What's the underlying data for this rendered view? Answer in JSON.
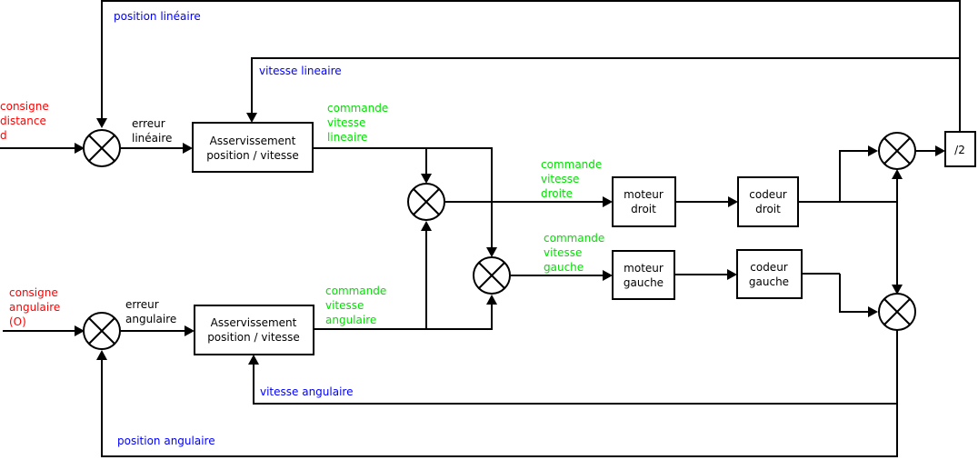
{
  "inputs": {
    "distance": [
      "consigne",
      "distance",
      "d"
    ],
    "angular": [
      "consigne",
      "angulaire",
      "(O)"
    ]
  },
  "feedback": {
    "position_lineaire": "position linéaire",
    "vitesse_lineaire": "vitesse lineaire",
    "vitesse_angulaire": "vitesse angulaire",
    "position_angulaire": "position angulaire"
  },
  "errors": {
    "lineaire": [
      "erreur",
      "linéaire"
    ],
    "angulaire": [
      "erreur",
      "angulaire"
    ]
  },
  "controllers": {
    "top": [
      "Asservissement",
      "position / vitesse"
    ],
    "bottom": [
      "Asservissement",
      "position / vitesse"
    ]
  },
  "commands": {
    "lineaire": [
      "commande",
      "vitesse",
      "lineaire"
    ],
    "angulaire": [
      "commande",
      "vitesse",
      "angulaire"
    ],
    "droite": [
      "commande",
      "vitesse",
      "droite"
    ],
    "gauche": [
      "commande",
      "vitesse",
      "gauche"
    ]
  },
  "blocks": {
    "moteur_droit": [
      "moteur",
      "droit"
    ],
    "moteur_gauche": [
      "moteur",
      "gauche"
    ],
    "codeur_droit": [
      "codeur",
      "droit"
    ],
    "codeur_gauche": [
      "codeur",
      "gauche"
    ],
    "divide": "/2"
  },
  "colors": {
    "input_text": "#ff0000",
    "feedback_text": "#0000ff",
    "command_text": "#00e000"
  }
}
